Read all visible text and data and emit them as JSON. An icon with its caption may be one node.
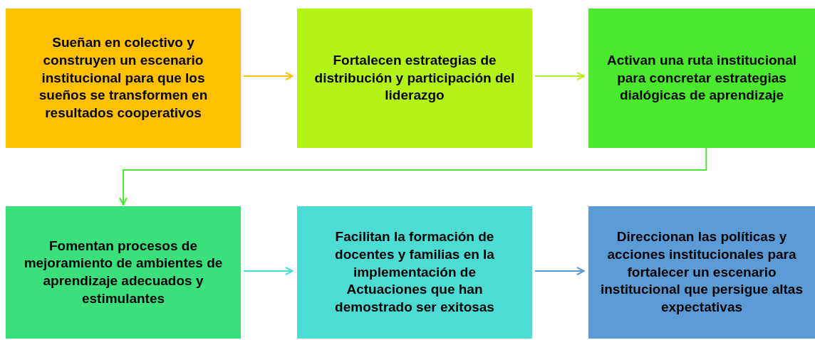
{
  "diagram": {
    "nodes": [
      {
        "text": [
          "Sueñan en colectivo y construyen un escenario institucional para que los sueños se transformen en resultados cooperativos"
        ]
      },
      {
        "text": [
          "Fortalecen estrategias de distribución y participación del liderazgo"
        ]
      },
      {
        "text": [
          "Activan una ruta institucional para concretar estrategias dialógicas de aprendizaje"
        ]
      },
      {
        "text": [
          "Fomentan procesos de mejoramiento de ambientes de aprendizaje adecuados y estimulantes"
        ]
      },
      {
        "text": [
          "Facilitan la formación de docentes y familias en la implementación de Actuaciones que han demostrado ser exitosas"
        ]
      },
      {
        "text": [
          "Direccionan las políticas y acciones institucionales para fortalecer un escenario institucional que persigue altas expectativas"
        ]
      }
    ],
    "edges": [
      {
        "from": 0,
        "to": 1,
        "arrow": "to",
        "color": "#ffc000"
      },
      {
        "from": 1,
        "to": 2,
        "arrow": "to",
        "color": "#b3f31a"
      },
      {
        "from": 2,
        "to": 3,
        "arrow": "to",
        "color": "#4ae92e"
      },
      {
        "from": 3,
        "to": 4,
        "arrow": "to",
        "color": "#4cdcd4"
      },
      {
        "from": 4,
        "to": 5,
        "arrow": "to",
        "color": "#5b9bd5"
      }
    ]
  }
}
